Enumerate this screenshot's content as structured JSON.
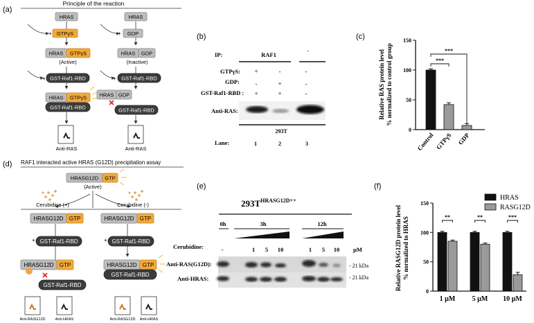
{
  "panel_letters": [
    "(a)",
    "(b)",
    "(c)",
    "(d)",
    "(e)",
    "(f)"
  ],
  "a": {
    "title": "Principle of the reaction",
    "hras": "HRAS",
    "gtpys": "GTPγS",
    "gdp": "GDP",
    "active": "(Active)",
    "inactive": "(Inactive)",
    "gst": "GST-Raf1-RBD",
    "anti_ras": "Anti-RAS"
  },
  "b": {
    "ip_label": "IP:",
    "ip_raf1": "RAF1",
    "ip_dash": "-",
    "rows": [
      {
        "label": "GTPγS:",
        "marks": [
          "+",
          "-",
          "-"
        ]
      },
      {
        "label": "GDP:",
        "marks": [
          "-",
          "+",
          "-"
        ]
      },
      {
        "label": "GST-Raf1-RBD :",
        "marks": [
          "+",
          "+",
          "-"
        ]
      }
    ],
    "blot_label": "Anti-RAS:",
    "cell": "293T",
    "lane_label": "Lane:",
    "lanes": [
      "1",
      "2",
      "3"
    ]
  },
  "c": {
    "chart_data": {
      "type": "bar",
      "categories": [
        "Control",
        "GTPγS",
        "GDP"
      ],
      "values": [
        100,
        42,
        7
      ],
      "errors": [
        2,
        3,
        3
      ],
      "ylabel_line1": "Relative RAS protein level",
      "ylabel_line2": "% normalized to control group",
      "ylim": [
        0,
        150
      ],
      "yticks": [
        "0",
        "50",
        "100",
        "150"
      ],
      "significance": [
        "***",
        "***"
      ],
      "colors": [
        "#111111",
        "#9a9a9a",
        "#9a9a9a"
      ]
    }
  },
  "d": {
    "title": "RAF1 interacted active HRAS (G12D) precipitation assay",
    "hrasg12d": "HRASG12D",
    "gtp": "GTP",
    "active": "(Active)",
    "cer_plus": "Cerubidine (+)",
    "cer_minus": "Cerubidine (-)",
    "gst": "GST-Raf1-RBD",
    "anti_rasg12d": "Anti-RASG12D",
    "anti_hras": "Anti-HRAS"
  },
  "e": {
    "cell_main": "293T",
    "cell_sup": "HRASG12D++",
    "times": [
      "0h",
      "3h",
      "12h"
    ],
    "cer_label": "Cerubidine:",
    "doses": [
      "-",
      "1",
      "5",
      "10",
      "1",
      "5",
      "10"
    ],
    "unit": "µM",
    "row1": "Anti-RAS(G12D):",
    "row2": "Anti-HRAS:",
    "kda1": "21 kDa",
    "kda2": "21 kDa"
  },
  "f": {
    "chart_data": {
      "type": "bar",
      "categories": [
        "1 µM",
        "5 µM",
        "10 µM"
      ],
      "series": [
        {
          "name": "HRAS",
          "values": [
            100,
            100,
            100
          ],
          "color": "#111111"
        },
        {
          "name": "RASG12D",
          "values": [
            85,
            80,
            28
          ],
          "color": "#9a9a9a"
        }
      ],
      "errors": [
        [
          2,
          2,
          2
        ],
        [
          2,
          2,
          4
        ]
      ],
      "ylabel_line1": "Relative RASG12D protein level",
      "ylabel_line2": "% normalized to HRAS",
      "ylim": [
        0,
        150
      ],
      "yticks": [
        "0",
        "50",
        "100",
        "150"
      ],
      "significance": [
        "**",
        "**",
        "***"
      ],
      "legend_position": "top-right"
    }
  }
}
